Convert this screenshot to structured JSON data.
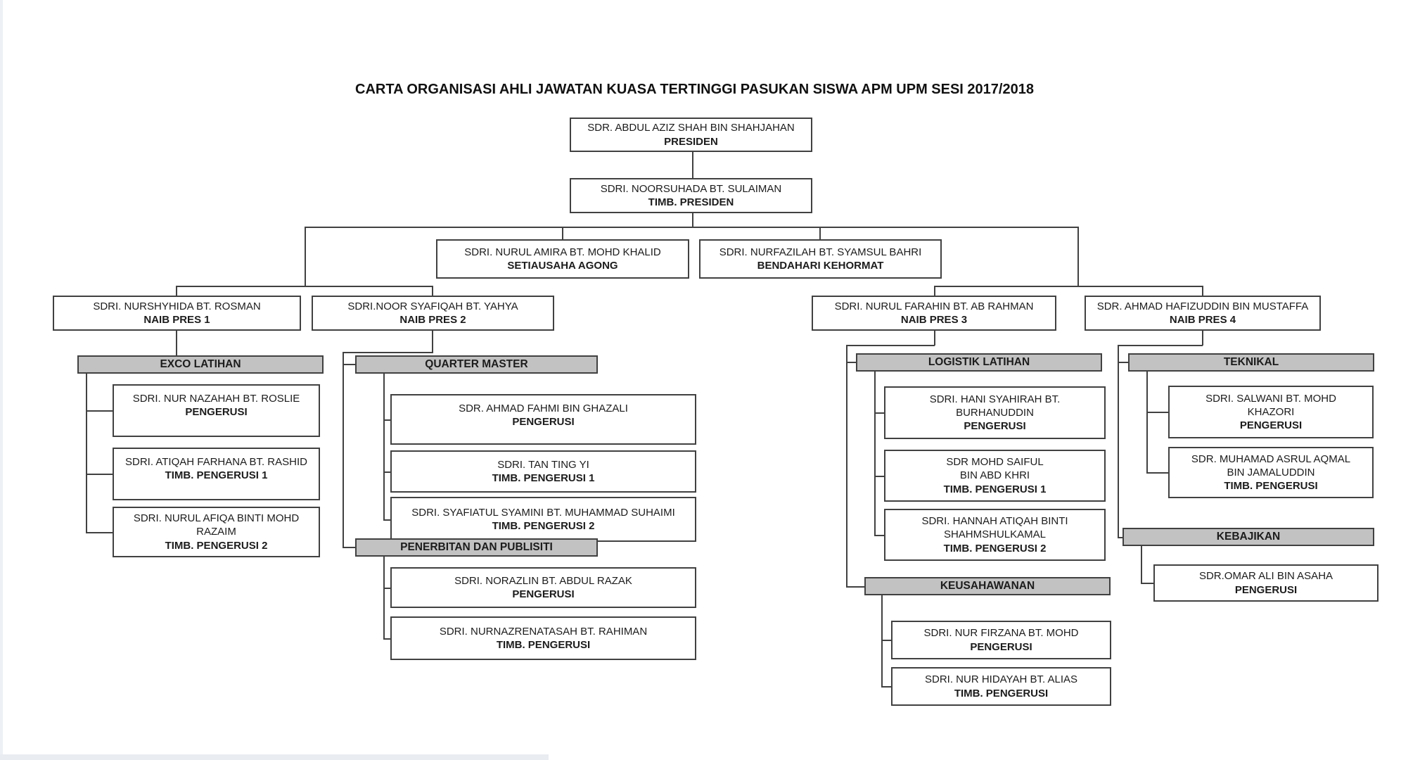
{
  "page": {
    "title": "CARTA ORGANISASI AHLI JAWATAN KUASA TERTINGGI PASUKAN SISWA APM UPM SESI 2017/2018"
  },
  "colors": {
    "box_border": "#414141",
    "connector_line": "#414141",
    "section_header_fill": "#c2c2c2",
    "text": "#1c1c1c",
    "page_background": "#ffffff"
  },
  "org": {
    "presiden": {
      "name": "SDR. ABDUL AZIZ SHAH BIN SHAHJAHAN",
      "role": "PRESIDEN"
    },
    "timb_presiden": {
      "name": "SDRI. NOORSUHADA BT. SULAIMAN",
      "role": "TIMB. PRESIDEN"
    },
    "setiausaha": {
      "name": "SDRI. NURUL AMIRA BT. MOHD KHALID",
      "role": "SETIAUSAHA AGONG"
    },
    "bendahari": {
      "name": "SDRI. NURFAZILAH BT. SYAMSUL BAHRI",
      "role": "BENDAHARI KEHORMAT"
    },
    "naib_pres_1": {
      "name": "SDRI. NURSHYHIDA BT. ROSMAN",
      "role": "NAIB PRES 1"
    },
    "naib_pres_2": {
      "name": "SDRI.NOOR SYAFIQAH BT. YAHYA",
      "role": "NAIB PRES 2"
    },
    "naib_pres_3": {
      "name": "SDRI. NURUL FARAHIN BT. AB RAHMAN",
      "role": "NAIB PRES 3"
    },
    "naib_pres_4": {
      "name": "SDR. AHMAD HAFIZUDDIN BIN MUSTAFFA",
      "role": "NAIB PRES 4"
    },
    "sections": {
      "exco_latihan": {
        "title": "EXCO LATIHAN",
        "members": [
          {
            "name": "SDRI. NUR NAZAHAH BT. ROSLIE",
            "role": "PENGERUSI"
          },
          {
            "name": "SDRI. ATIQAH FARHANA BT. RASHID",
            "role": "TIMB. PENGERUSI 1"
          },
          {
            "name": "SDRI. NURUL AFIQA BINTI MOHD\nRAZAIM",
            "role": "TIMB. PENGERUSI 2"
          }
        ]
      },
      "quarter_master": {
        "title": "QUARTER MASTER",
        "members": [
          {
            "name": "SDR. AHMAD FAHMI BIN GHAZALI",
            "role": "PENGERUSI"
          },
          {
            "name": "SDRI. TAN TING YI",
            "role": "TIMB. PENGERUSI 1"
          },
          {
            "name": "SDRI. SYAFIATUL SYAMINI BT. MUHAMMAD SUHAIMI",
            "role": "TIMB. PENGERUSI 2"
          }
        ]
      },
      "penerbitan_dan_publisiti": {
        "title": "PENERBITAN DAN PUBLISITI",
        "members": [
          {
            "name": "SDRI. NORAZLIN BT. ABDUL RAZAK",
            "role": "PENGERUSI"
          },
          {
            "name": "SDRI. NURNAZRENATASAH BT. RAHIMAN",
            "role": "TIMB. PENGERUSI"
          }
        ]
      },
      "logistik_latihan": {
        "title": "LOGISTIK LATIHAN",
        "members": [
          {
            "name": "SDRI. HANI SYAHIRAH BT.\nBURHANUDDIN",
            "role": "PENGERUSI"
          },
          {
            "name": "SDR MOHD SAIFUL\nBIN ABD KHRI",
            "role": "TIMB. PENGERUSI 1"
          },
          {
            "name": "SDRI. HANNAH ATIQAH BINTI\nSHAHMSHULKAMAL",
            "role": "TIMB. PENGERUSI 2"
          }
        ]
      },
      "keusahawanan": {
        "title": "KEUSAHAWANAN",
        "members": [
          {
            "name": "SDRI. NUR FIRZANA BT. MOHD",
            "role": "PENGERUSI"
          },
          {
            "name": "SDRI. NUR HIDAYAH BT. ALIAS",
            "role": "TIMB. PENGERUSI"
          }
        ]
      },
      "teknikal": {
        "title": "TEKNIKAL",
        "members": [
          {
            "name": "SDRI. SALWANI BT. MOHD\nKHAZORI",
            "role": "PENGERUSI"
          },
          {
            "name": "SDR. MUHAMAD ASRUL AQMAL\nBIN JAMALUDDIN",
            "role": "TIMB. PENGERUSI"
          }
        ]
      },
      "kebajikan": {
        "title": "KEBAJIKAN",
        "members": [
          {
            "name": "SDR.OMAR ALI BIN ASAHA",
            "role": "PENGERUSI"
          }
        ]
      }
    }
  }
}
